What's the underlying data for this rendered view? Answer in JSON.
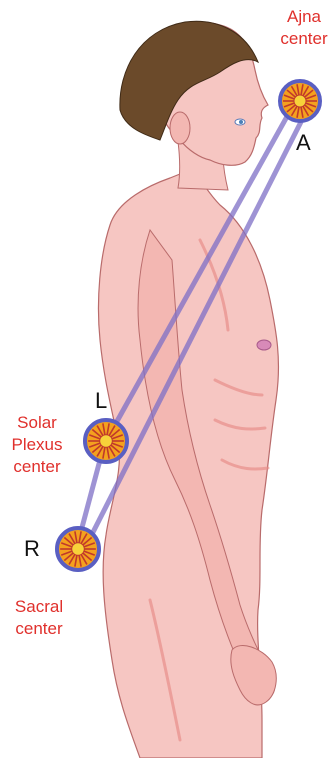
{
  "labels": {
    "ajna": [
      "Ajna",
      "center"
    ],
    "solar_plexus": [
      "Solar",
      "Plexus",
      "center"
    ],
    "sacral": [
      "Sacral",
      "center"
    ],
    "letter_a": "A",
    "letter_l": "L",
    "letter_r": "R"
  },
  "colors": {
    "label_red": "#e0302c",
    "chakra_ring": "#5a5fc2",
    "chakra_inner": "#f4a11e",
    "chakra_center": "#f7d23a",
    "chakra_petals": "#c0392b",
    "channel_line": "#7e6fc6",
    "skin": "#f6c6c2",
    "skin_shade": "#ec9e99",
    "hair": "#6b4a2a"
  },
  "icons": [
    "chakra-ajna-icon",
    "chakra-solar-plexus-icon",
    "chakra-sacral-icon"
  ]
}
